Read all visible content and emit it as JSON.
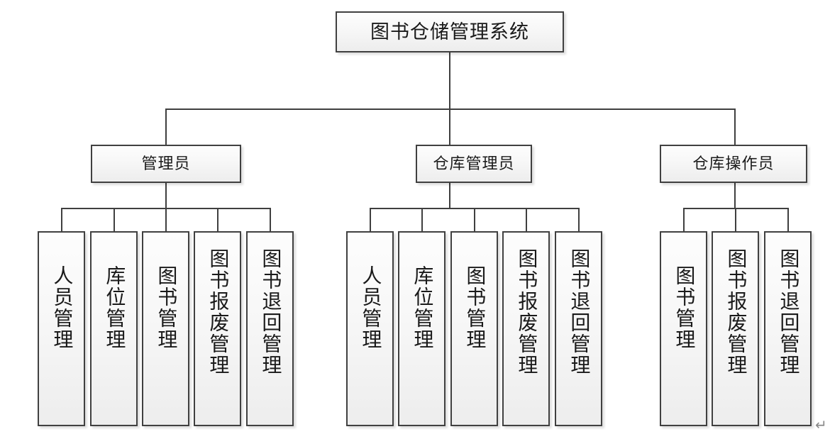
{
  "diagram": {
    "type": "organization-chart",
    "title": "图书仓储管理系统",
    "root": {
      "label": "图书仓储管理系统"
    },
    "roles": [
      {
        "id": "admin",
        "label": "管理员"
      },
      {
        "id": "wh-manager",
        "label": "仓库管理员"
      },
      {
        "id": "wh-operator",
        "label": "仓库操作员"
      }
    ],
    "groups": [
      {
        "role": "管理员",
        "leaves": [
          {
            "label": "人员管理"
          },
          {
            "label": "库位管理"
          },
          {
            "label": "图书管理"
          },
          {
            "label": "图书报废管理"
          },
          {
            "label": "图书退回管理"
          }
        ]
      },
      {
        "role": "仓库管理员",
        "leaves": [
          {
            "label": "人员管理"
          },
          {
            "label": "库位管理"
          },
          {
            "label": "图书管理"
          },
          {
            "label": "图书报废管理"
          },
          {
            "label": "图书退回管理"
          }
        ]
      },
      {
        "role": "仓库操作员",
        "leaves": [
          {
            "label": "图书管理"
          },
          {
            "label": "图书报废管理"
          },
          {
            "label": "图书退回管理"
          }
        ]
      }
    ],
    "marks": {
      "paragraph_mark": "↵"
    },
    "colors": {
      "border": "#404040",
      "fill_top": "#fdfdfd",
      "fill_bottom": "#ededed",
      "line": "#3f3f3f",
      "text": "#1a1a1a",
      "background": "#ffffff"
    }
  }
}
